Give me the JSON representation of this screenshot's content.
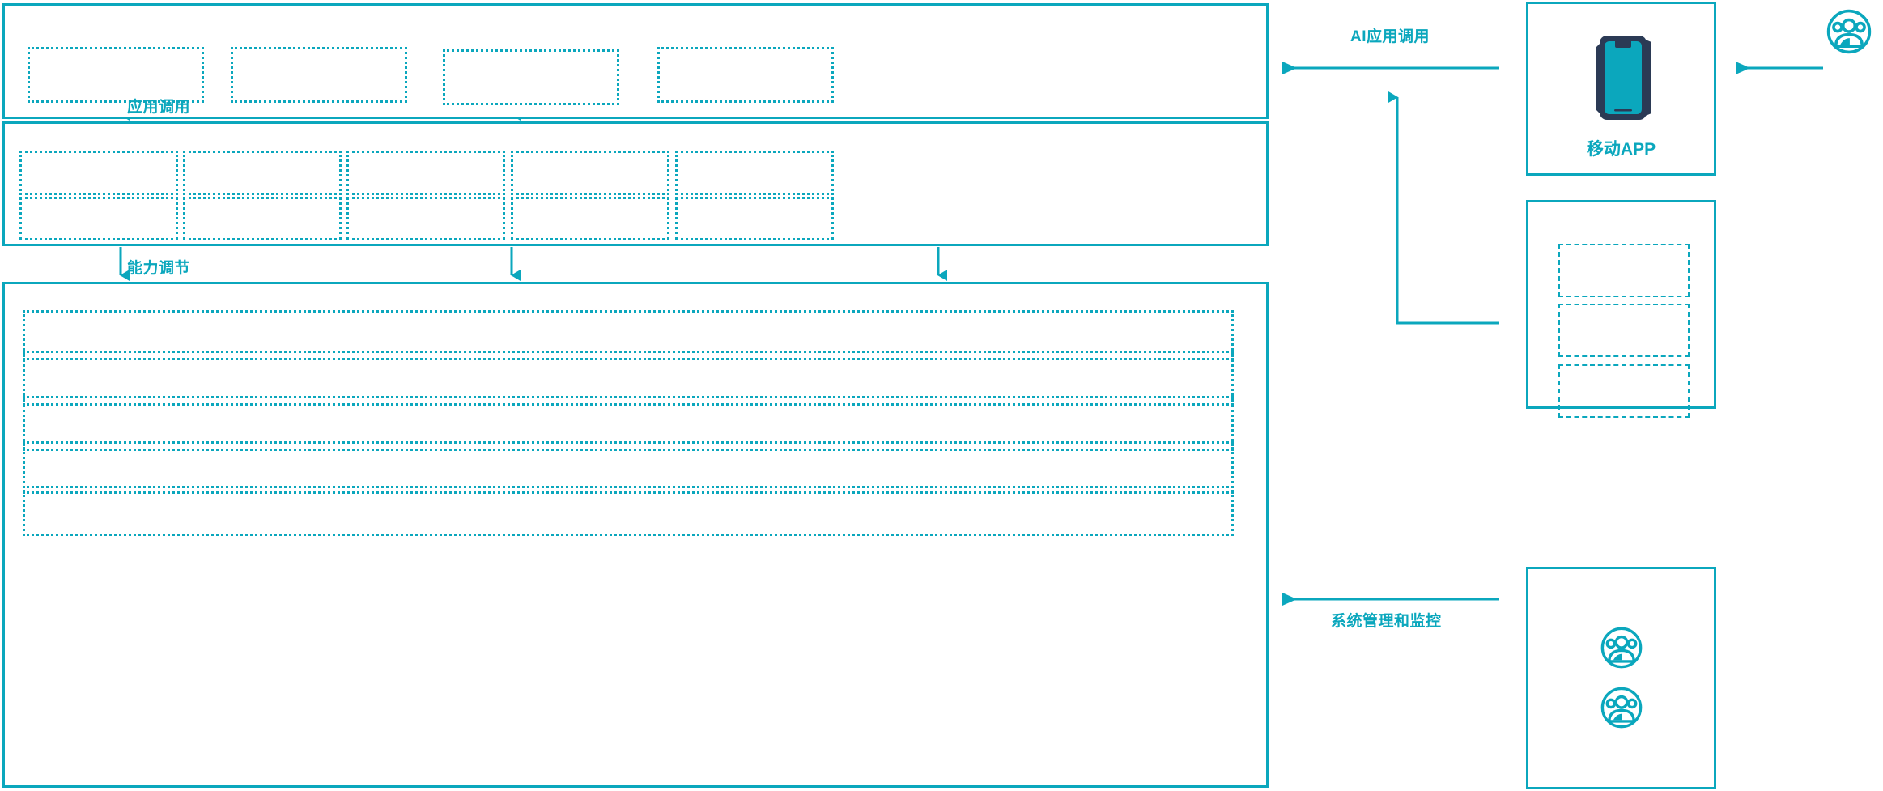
{
  "theme": {
    "accent": "#0ba7bd",
    "accent_dark": "#2b3a55",
    "background": "#ffffff",
    "panel_border": "#0ba7bd",
    "dashed_border": "#0ba7bd"
  },
  "diagram": {
    "title": "",
    "type": "layered-architecture",
    "panels": [
      {
        "id": "application-layer",
        "name": "application-layer-panel",
        "slots": 4,
        "slot_labels": [
          "",
          "",
          "",
          ""
        ]
      },
      {
        "id": "capability-layer",
        "name": "capability-layer-panel",
        "slots": 10,
        "columns": 5,
        "rows": 2,
        "slot_labels": [
          "",
          "",
          "",
          "",
          "",
          "",
          "",
          "",
          "",
          ""
        ]
      },
      {
        "id": "infrastructure-layer",
        "name": "infrastructure-layer-panel",
        "slots": 5,
        "slot_labels": [
          "",
          "",
          "",
          "",
          ""
        ]
      },
      {
        "id": "mobile-app",
        "name": "mobile-app-panel",
        "label": "移动APP",
        "icon": "mobile-phone-icon"
      },
      {
        "id": "channel",
        "name": "channel-panel",
        "slots": 3,
        "slot_labels": [
          "",
          "",
          ""
        ]
      },
      {
        "id": "operations",
        "name": "operations-panel",
        "icons": [
          "user-group-icon",
          "user-group-icon"
        ]
      }
    ],
    "edges": [
      {
        "id": "app-invoke",
        "label": "应用调用",
        "name": "edge-label-app-invoke"
      },
      {
        "id": "capability-adjust",
        "label": "能力调节",
        "name": "edge-label-capability-adjust"
      },
      {
        "id": "ai-app-invoke",
        "label": "AI应用调用",
        "name": "edge-label-ai-app-invoke"
      },
      {
        "id": "sys-admin-monitor",
        "label": "系统管理和监控",
        "name": "edge-label-sys-admin-monitor"
      }
    ],
    "actors": [
      {
        "id": "end-user",
        "name": "end-user-icon",
        "icon": "user-group-icon"
      },
      {
        "id": "operator-1",
        "name": "operator-icon-1",
        "icon": "user-group-icon"
      },
      {
        "id": "operator-2",
        "name": "operator-icon-2",
        "icon": "user-group-icon"
      }
    ]
  }
}
